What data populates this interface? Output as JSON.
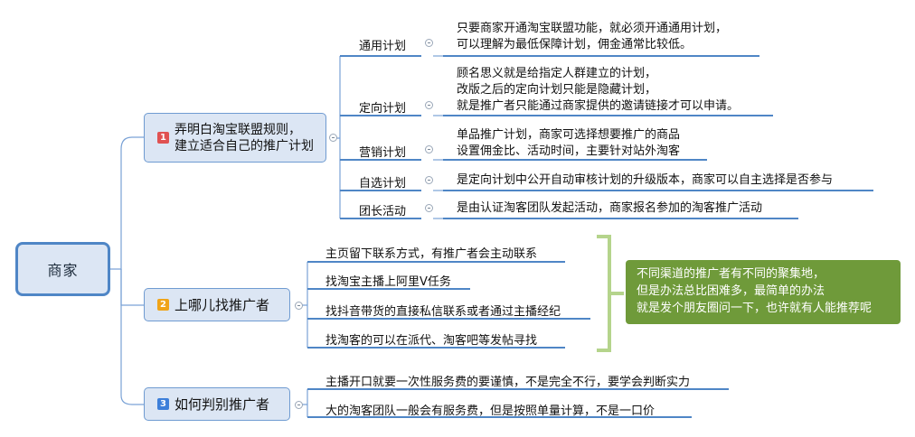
{
  "root": {
    "label": "商家"
  },
  "branches": [
    {
      "badge": "1",
      "badge_color": "#e05252",
      "label": "弄明白淘宝联盟规则，\n建立适合自己的推广计划",
      "children": [
        {
          "label": "通用计划",
          "desc": "只要商家开通淘宝联盟功能，就必须开通通用计划，\n可以理解为最低保障计划，佣金通常比较低。"
        },
        {
          "label": "定向计划",
          "desc": "顾名思义就是给指定人群建立的计划，\n改版之后的定向计划只能是隐藏计划，\n就是推广者只能通过商家提供的邀请链接才可以申请。"
        },
        {
          "label": "营销计划",
          "desc": "单品推广计划，商家可选择想要推广的商品\n设置佣金比、活动时间，主要针对站外淘客"
        },
        {
          "label": "自选计划",
          "desc": "是定向计划中公开自动审核计划的升级版本，商家可以自主选择是否参与"
        },
        {
          "label": "团长活动",
          "desc": "是由认证淘客团队发起活动，商家报名参加的淘客推广活动"
        }
      ]
    },
    {
      "badge": "2",
      "badge_color": "#f0a418",
      "label": "上哪儿找推广者",
      "children": [
        {
          "label": "主页留下联系方式，有推广者会主动联系"
        },
        {
          "label": "找淘宝主播上阿里V任务"
        },
        {
          "label": "找抖音带货的直接私信联系或者通过主播经纪"
        },
        {
          "label": "找淘客的可以在派代、淘客吧等发帖寻找"
        }
      ],
      "summary": "不同渠道的推广者有不同的聚集地，\n但是办法总比困难多，最简单的办法\n就是发个朋友圈问一下，也许就有人能推荐呢"
    },
    {
      "badge": "3",
      "badge_color": "#3d7fd9",
      "label": "如何判别推广者",
      "children": [
        {
          "label": "主播开口就要一次性服务费的要谨慎，不是完全不行，要学会判断实力"
        },
        {
          "label": "大的淘客团队一般会有服务费，但是按照单量计算，不是一口价"
        }
      ]
    }
  ],
  "colors": {
    "line": "#7aa2d6",
    "underline": "#4f86c6",
    "bracket": "#b5d48c",
    "note_bg": "#6f9a3a"
  }
}
